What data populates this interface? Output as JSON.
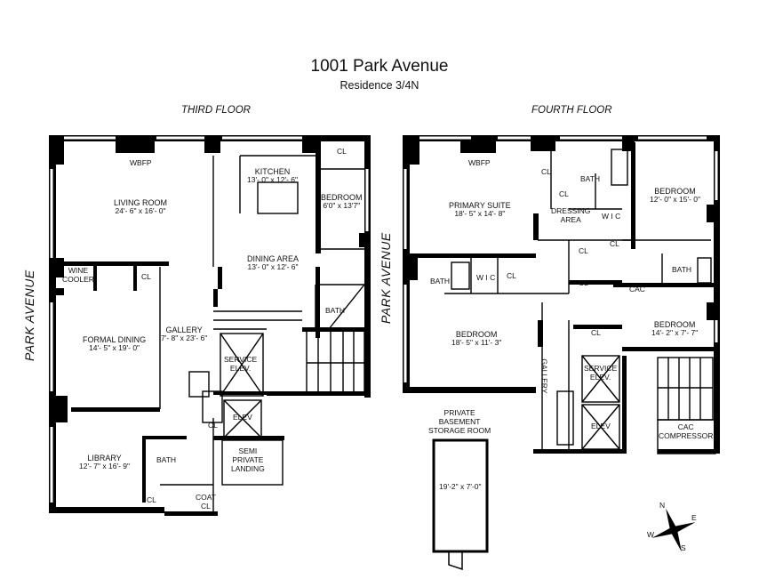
{
  "title": "1001 Park Avenue",
  "subtitle": "Residence 3/4N",
  "floors": {
    "third": "THIRD FLOOR",
    "fourth": "FOURTH FLOOR"
  },
  "streets": {
    "left": "PARK AVENUE",
    "middle": "PARK AVENUE"
  },
  "third_floor": {
    "wbfp": "WBFP",
    "living_room": {
      "name": "LIVING ROOM",
      "dim": "24'- 6\" x 16'- 0\""
    },
    "kitchen": {
      "name": "KITCHEN",
      "dim": "13'- 0\" x 12'- 6\""
    },
    "cl_kitchen": "CL",
    "bedroom": {
      "name": "BEDROOM",
      "dim": "6'0\" x 13'7\""
    },
    "dining_area": {
      "name": "DINING AREA",
      "dim": "13'- 0\" x 12'- 6\""
    },
    "wine_cooler": "WINE\nCOOLER",
    "cl_dining": "CL",
    "formal_dining": {
      "name": "FORMAL DINING",
      "dim": "14'- 5\" x 19'- 0\""
    },
    "gallery": {
      "name": "GALLERY",
      "dim": "7'- 8\" x 23'- 6\""
    },
    "bath_right": "BATH",
    "service_elev": "SERVICE\nELEV.",
    "elev": "ELEV",
    "cl_elev": "CL",
    "library": {
      "name": "LIBRARY",
      "dim": "12'- 7\" x 16'- 9\""
    },
    "bath_library": "BATH",
    "semi_private_landing": "SEMI\nPRIVATE\nLANDING",
    "coat_cl": "COAT\nCL",
    "cl_library": "CL"
  },
  "fourth_floor": {
    "wbfp": "WBFP",
    "primary_suite": {
      "name": "PRIMARY SUITE",
      "dim": "18'- 5\" x 14'- 8\""
    },
    "cl_suite": "CL",
    "bath_top": "BATH",
    "cl_dressing": "CL",
    "dressing_area": "DRESSING\nAREA",
    "wic_dressing": "W I C",
    "bedroom_ne": {
      "name": "BEDROOM",
      "dim": "12'- 0\" x 15'- 0\""
    },
    "cl_ne": "CL",
    "cl_mid": "CL",
    "bath_ne": "BATH",
    "cl_hall": "CL",
    "bath_nw": "BATH",
    "wic_nw": "W I C",
    "cl_nw": "CL",
    "cac": "CAC",
    "bedroom_sw": {
      "name": "BEDROOM",
      "dim": "18'- 5\" x 11'- 3\""
    },
    "cl_gallery": "CL",
    "bedroom_se": {
      "name": "BEDROOM",
      "dim": "14'- 2\" x 7'- 7\""
    },
    "gallery": "GALLERY",
    "service_elev": "SERVICE\nELEV.",
    "elev": "ELEV",
    "cac_compressor": "CAC\nCOMPRESSOR",
    "storage_title": "PRIVATE\nBASEMENT\nSTORAGE ROOM",
    "storage_dim": "19'-2\" x 7'-0\""
  },
  "compass": {
    "n": "N",
    "e": "E",
    "s": "S",
    "w": "W"
  }
}
